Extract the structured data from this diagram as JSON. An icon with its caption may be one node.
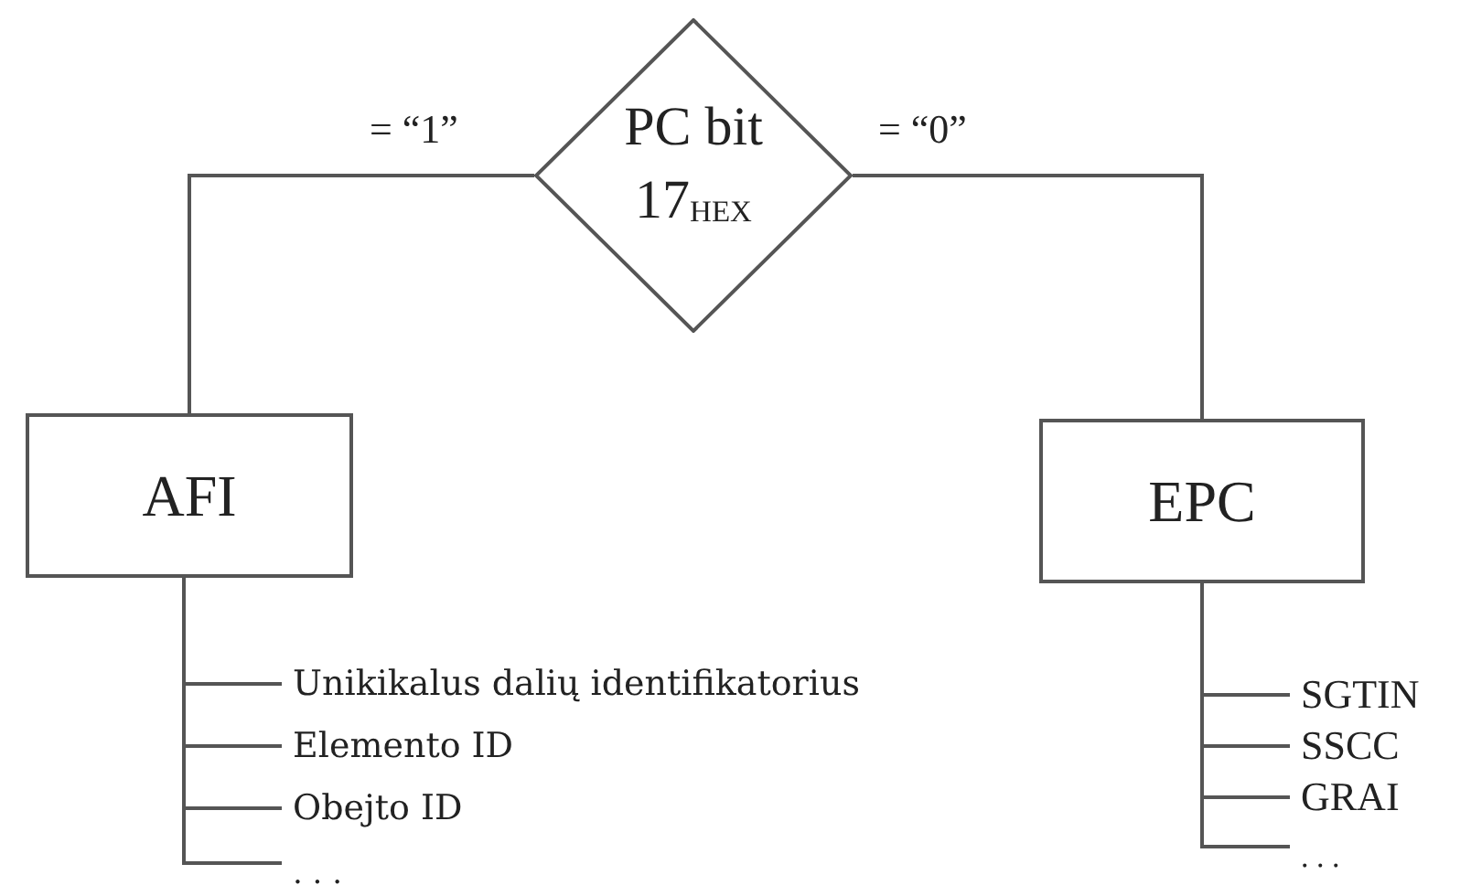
{
  "diagram": {
    "nodes": [
      {
        "text": [
          "PC bit 17$_{HEX}$"
        ]
      },
      {
        "text": [
          "AFI"
        ]
      },
      {
        "text": [
          "EPC"
        ]
      },
      {
        "text": [
          "Unikikalus dalių identifikatorius"
        ]
      },
      {
        "text": [
          "Elemento ID"
        ]
      },
      {
        "text": [
          "Obejto ID"
        ]
      },
      {
        "text": [
          ". . ."
        ]
      },
      {
        "text": [
          "SGTIN"
        ]
      },
      {
        "text": [
          "SSCC"
        ]
      },
      {
        "text": [
          "GRAI"
        ]
      },
      {
        "text": [
          ". . ."
        ]
      }
    ],
    "edges": [
      {
        "from": 0,
        "to": 1,
        "arrow": "none",
        "label": "= “1”"
      },
      {
        "from": 0,
        "to": 2,
        "arrow": "none",
        "label": "= “0”"
      },
      {
        "from": 1,
        "to": 3,
        "arrow": "none"
      },
      {
        "from": 1,
        "to": 4,
        "arrow": "none"
      },
      {
        "from": 1,
        "to": 5,
        "arrow": "none"
      },
      {
        "from": 1,
        "to": 6,
        "arrow": "none"
      },
      {
        "from": 2,
        "to": 7,
        "arrow": "none"
      },
      {
        "from": 2,
        "to": 8,
        "arrow": "none"
      },
      {
        "from": 2,
        "to": 9,
        "arrow": "none"
      },
      {
        "from": 2,
        "to": 10,
        "arrow": "none"
      }
    ]
  }
}
